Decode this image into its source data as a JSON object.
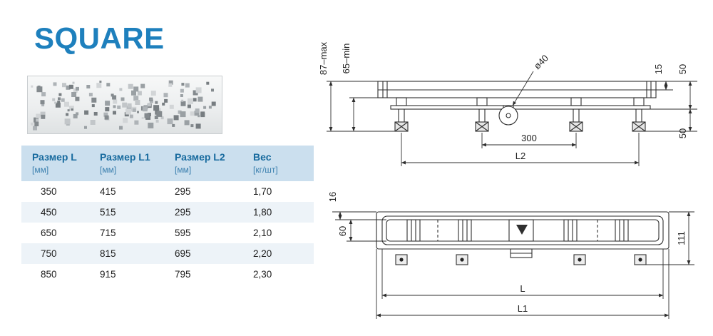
{
  "page": {
    "title": "SQUARE"
  },
  "table": {
    "headers": [
      {
        "title": "Размер L",
        "unit": "[мм]"
      },
      {
        "title": "Размер L1",
        "unit": "[мм]"
      },
      {
        "title": "Размер L2",
        "unit": "[мм]"
      },
      {
        "title": "Вес",
        "unit": "[кг/шт]"
      }
    ],
    "rows": [
      [
        "350",
        "415",
        "295",
        "1,70"
      ],
      [
        "450",
        "515",
        "295",
        "1,80"
      ],
      [
        "650",
        "715",
        "595",
        "2,10"
      ],
      [
        "750",
        "815",
        "695",
        "2,20"
      ],
      [
        "850",
        "915",
        "795",
        "2,30"
      ]
    ]
  },
  "drawing": {
    "side_view": {
      "height_max": "87–max",
      "height_min": "65–min",
      "drain_diameter": "ø40",
      "grate_thickness": "15",
      "body_height": "50",
      "leg_height": "50",
      "trap_spacing": "300",
      "length_l2": "L2"
    },
    "top_view": {
      "flange_width": "16",
      "channel_width": "60",
      "total_width": "111",
      "length_l": "L",
      "length_l1": "L1"
    }
  },
  "colors": {
    "accent_blue": "#1e80bd",
    "header_text_blue": "#176a9e",
    "table_header_bg": "#cbdfee",
    "row_alt_bg": "#edf3f8",
    "line_color": "#2e2e2e"
  }
}
